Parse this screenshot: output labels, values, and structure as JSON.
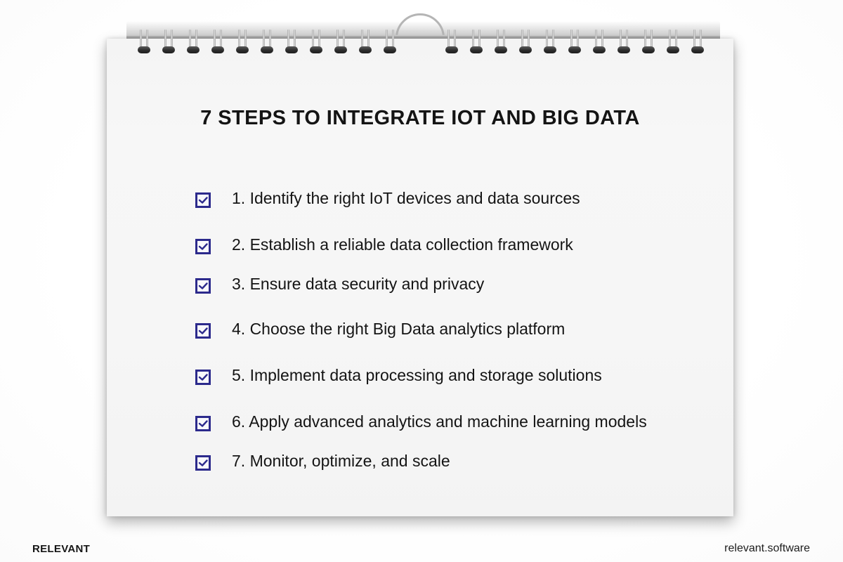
{
  "infographic": {
    "title": "7 STEPS TO INTEGRATE IOT AND BIG DATA",
    "visual": "spiral-bound-notepad",
    "checkbox_color": "#2c2a8c",
    "steps": [
      {
        "label": "1. Identify the right IoT devices and data sources",
        "checked": true
      },
      {
        "label": "2. Establish a reliable data collection framework",
        "checked": true
      },
      {
        "label": "3. Ensure data security and privacy",
        "checked": true
      },
      {
        "label": "4. Choose the right Big Data analytics platform",
        "checked": true
      },
      {
        "label": "5. Implement data processing and storage solutions",
        "checked": true
      },
      {
        "label": "6. Apply advanced analytics and machine learning models",
        "checked": true
      },
      {
        "label": "7. Monitor, optimize, and scale",
        "checked": true
      }
    ]
  },
  "footer": {
    "brand": "RELEVANT",
    "url": "relevant.software"
  },
  "icons": {
    "checkbox": "checked-checkbox-icon",
    "ring": "spiral-ring-icon",
    "hanger": "hanger-loop-icon"
  }
}
